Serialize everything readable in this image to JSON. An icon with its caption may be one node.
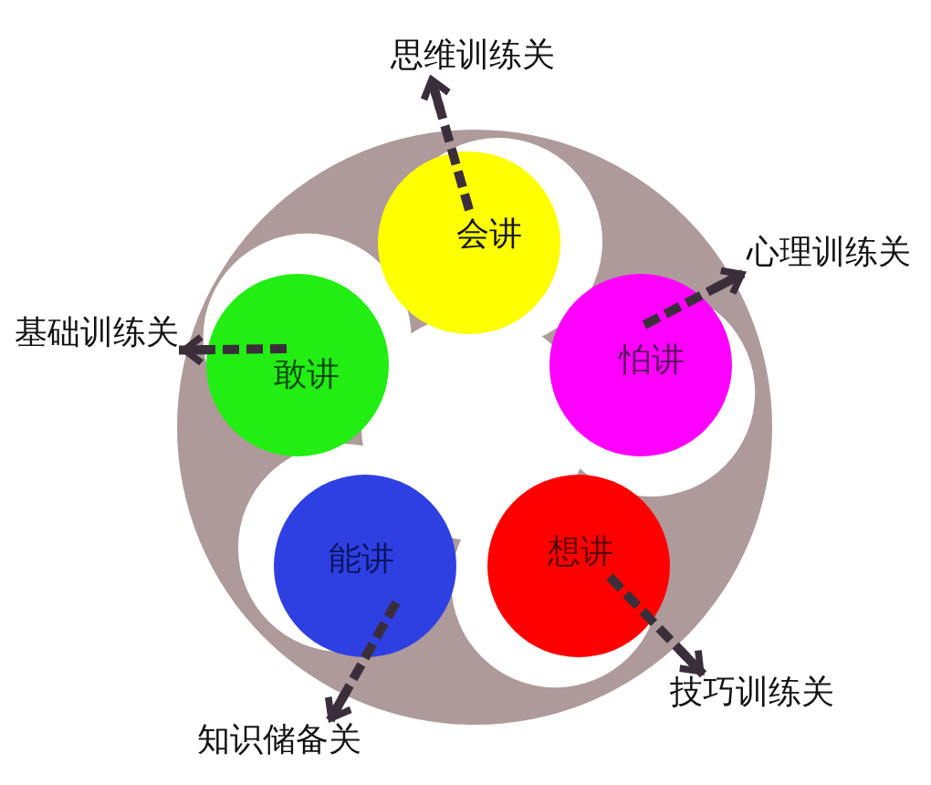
{
  "diagram": {
    "nodes": [
      {
        "text": [
          "会讲"
        ]
      },
      {
        "text": [
          "怕讲"
        ]
      },
      {
        "text": [
          "想讲"
        ]
      },
      {
        "text": [
          "能讲"
        ]
      },
      {
        "text": [
          "敢讲"
        ]
      },
      {
        "text": [
          "思维训练关"
        ]
      },
      {
        "text": [
          "心理训练关"
        ]
      },
      {
        "text": [
          "技巧训练关"
        ]
      },
      {
        "text": [
          "知识储备关"
        ]
      },
      {
        "text": [
          "基础训练关"
        ]
      }
    ],
    "edges": [
      {
        "from": 0,
        "to": 5,
        "arrow": "to",
        "style": "dashed"
      },
      {
        "from": 1,
        "to": 6,
        "arrow": "to",
        "style": "dashed"
      },
      {
        "from": 2,
        "to": 7,
        "arrow": "to",
        "style": "dashed"
      },
      {
        "from": 3,
        "to": 8,
        "arrow": "to",
        "style": "dashed"
      },
      {
        "from": 4,
        "to": 9,
        "arrow": "to",
        "style": "dashed"
      }
    ]
  }
}
